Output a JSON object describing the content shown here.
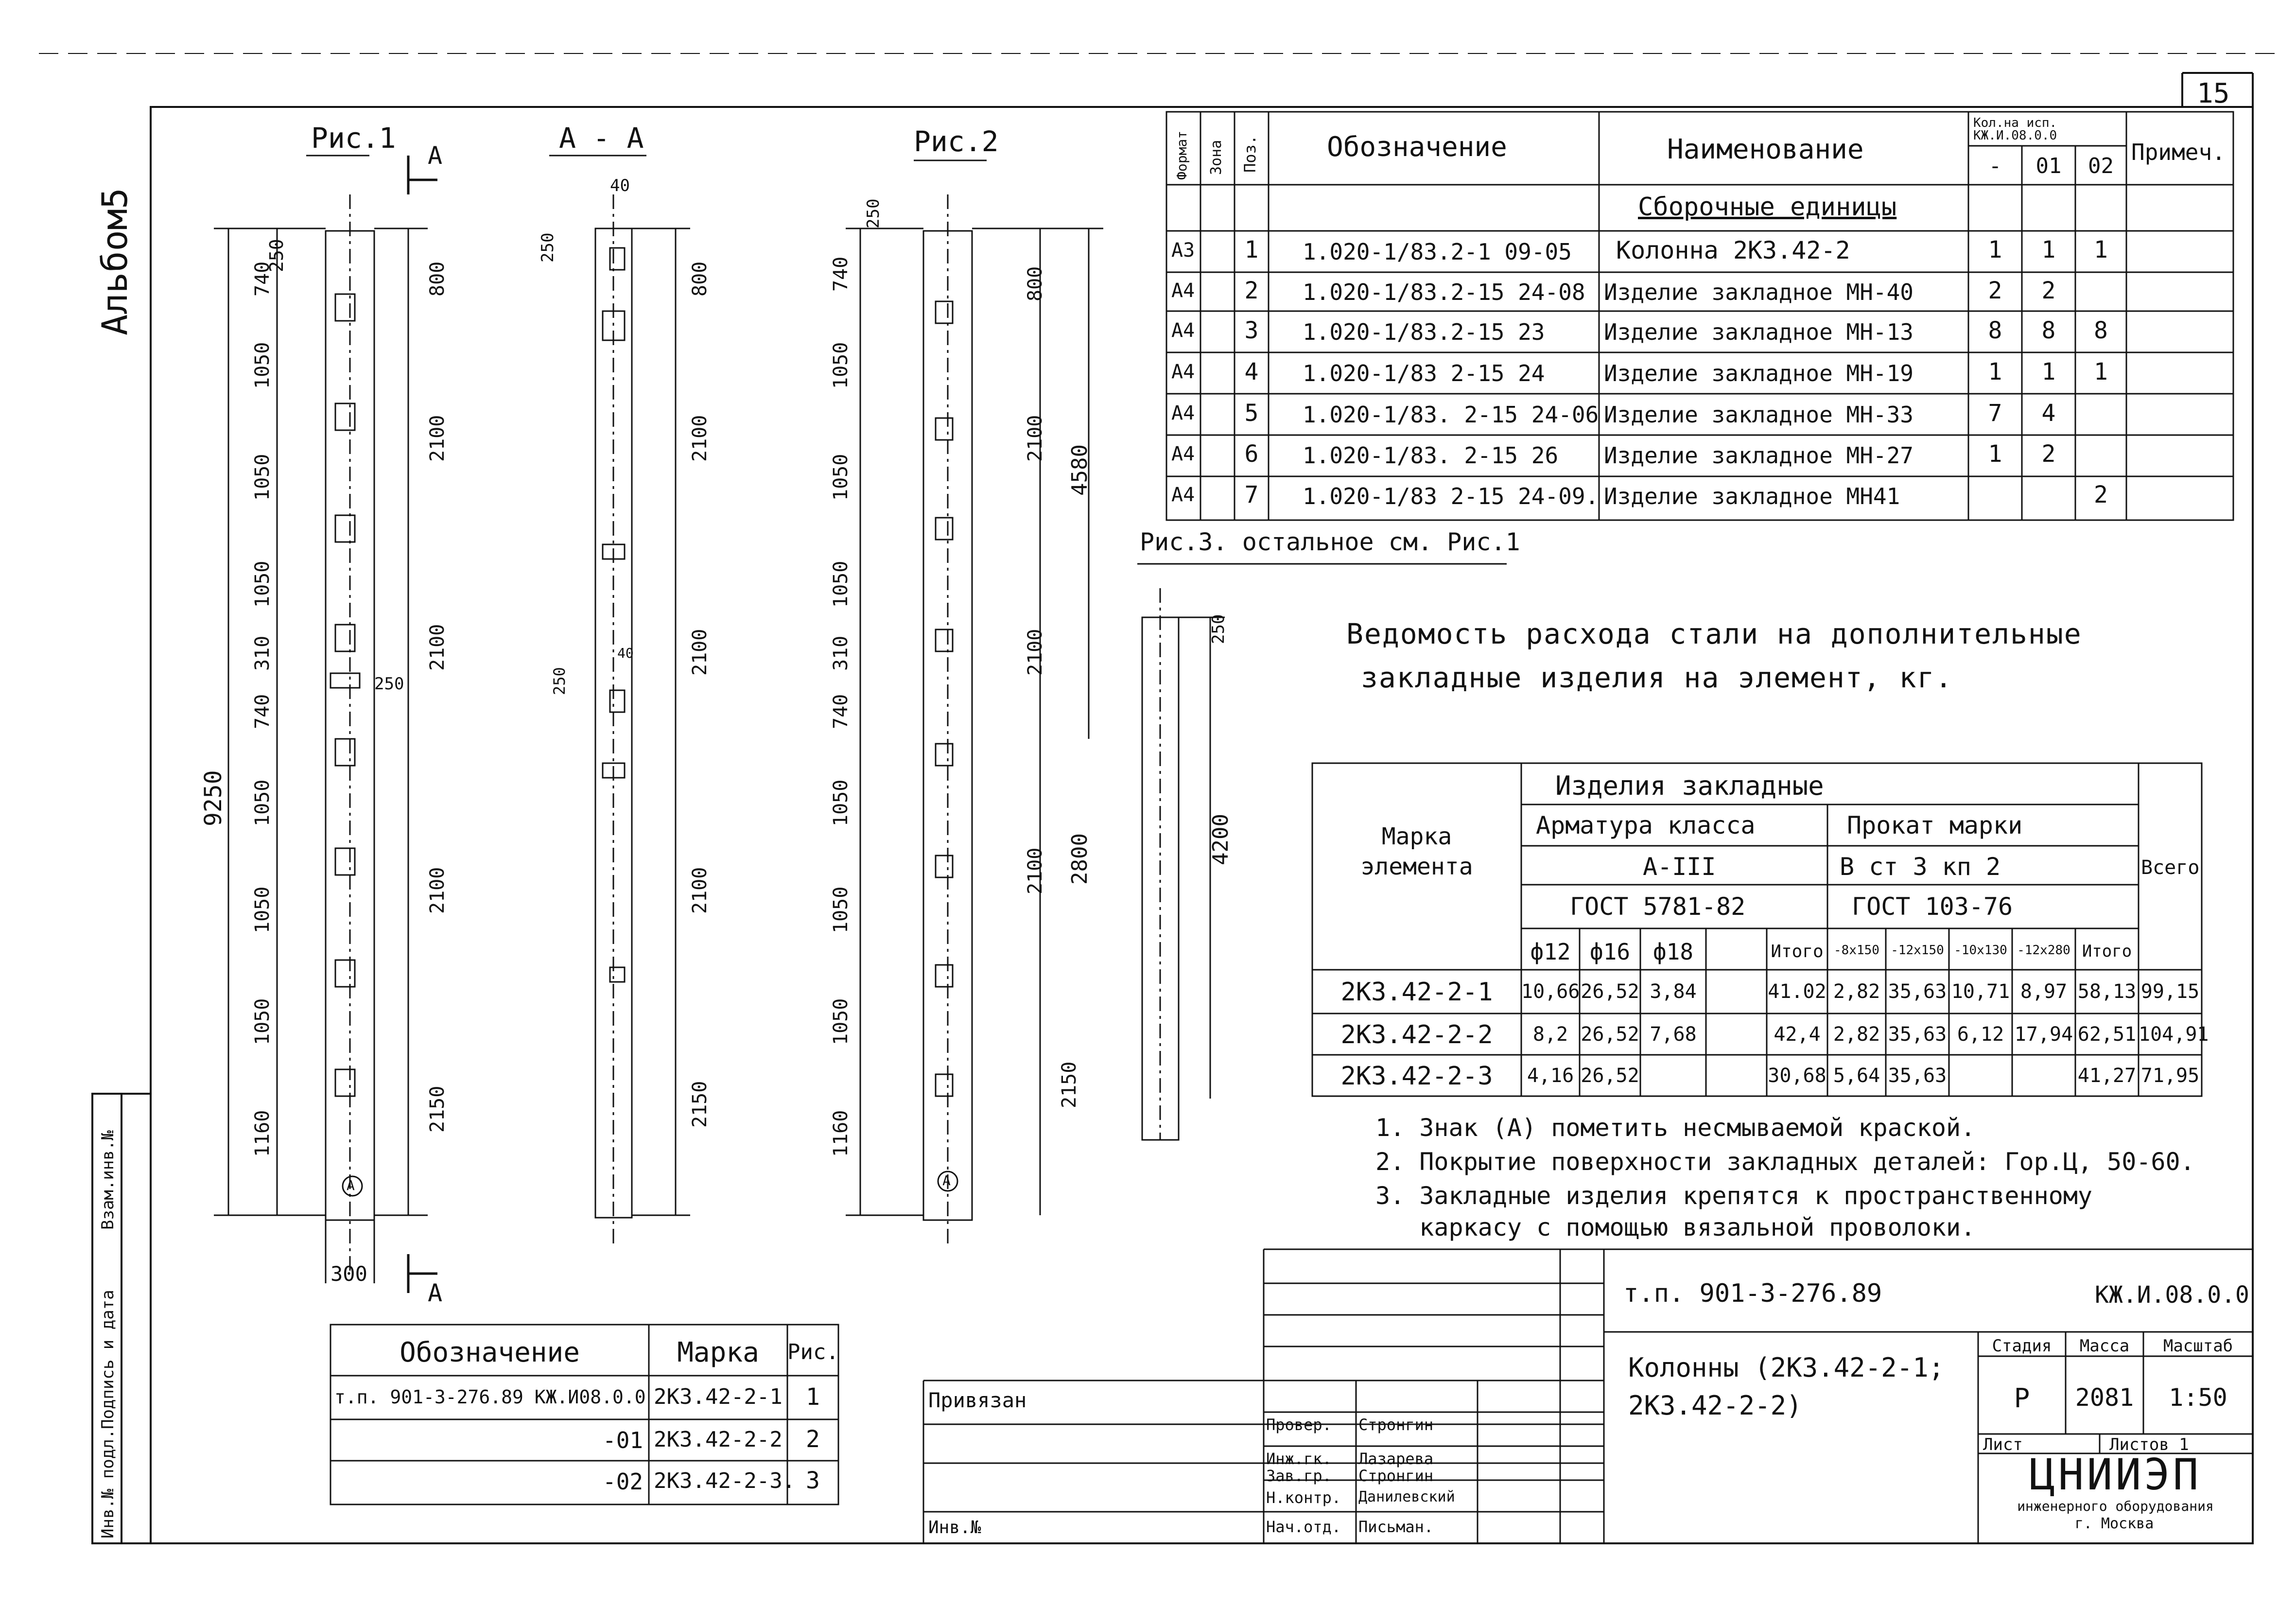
{
  "sheet": {
    "number": "15",
    "album": "Альбом5",
    "margin_labels": [
      "Инв.№ подл.",
      "Подпись и дата",
      "Взам.инв.№"
    ]
  },
  "figures": {
    "fig1_title": "Рис.1",
    "fig_aa_title": "А - А",
    "fig2_title": "Рис.2",
    "fig3_title": "Рис.3. остальное см. Рис.1",
    "section_letter": "А",
    "fig1_dims": [
      "740",
      "1050",
      "1050",
      "1050",
      "310",
      "740",
      "1050",
      "1050",
      "1050",
      "1160"
    ],
    "fig1_overall": "9250",
    "fig1_right_dims": [
      "250",
      "800",
      "2100",
      "2100",
      "250",
      "2100",
      "2150"
    ],
    "fig1_width": "300",
    "aa_dims": [
      "40",
      "250",
      "800",
      "2100",
      "2100",
      "250",
      "40",
      "2100",
      "2150"
    ],
    "fig2_left_dims": [
      "250",
      "740",
      "1050",
      "1050",
      "1050",
      "310",
      "740",
      "1050",
      "1050",
      "1050",
      "1160"
    ],
    "fig2_right_dims": [
      "800",
      "2100",
      "2100",
      "2100",
      "2150"
    ],
    "fig2_overall_right": [
      "4580",
      "2800"
    ],
    "fig3_dims": [
      "250",
      "4200"
    ],
    "marker": "A"
  },
  "spec_table": {
    "headers": {
      "format": "Формат",
      "zone": "Зона",
      "pos": "Поз.",
      "designation": "Обозначение",
      "name": "Наименование",
      "qty": "Кол.на исп. КЖ.И.08.0.0",
      "qty_cols": [
        "-",
        "01",
        "02"
      ],
      "note": "Примеч."
    },
    "section": "Сборочные единицы",
    "rows": [
      {
        "format": "А3",
        "pos": "1",
        "designation": "1.020-1/83.2-1   09-05",
        "name": "Колонна 2К3.42-2",
        "q0": "1",
        "q1": "1",
        "q2": "1"
      },
      {
        "format": "А4",
        "pos": "2",
        "designation": "1.020-1/83.2-15  24-08",
        "name": "Изделие закладное МН-40",
        "q0": "2",
        "q1": "2",
        "q2": ""
      },
      {
        "format": "А4",
        "pos": "3",
        "designation": "1.020-1/83.2-15  23",
        "name": "Изделие закладное МН-13",
        "q0": "8",
        "q1": "8",
        "q2": "8"
      },
      {
        "format": "А4",
        "pos": "4",
        "designation": "1.020-1/83 2-15  24",
        "name": "Изделие закладное МН-19",
        "q0": "1",
        "q1": "1",
        "q2": "1"
      },
      {
        "format": "А4",
        "pos": "5",
        "designation": "1.020-1/83. 2-15  24-06",
        "name": "Изделие закладное МН-33",
        "q0": "7",
        "q1": "4",
        "q2": ""
      },
      {
        "format": "А4",
        "pos": "6",
        "designation": "1.020-1/83. 2-15  26",
        "name": "Изделие закладное МН-27",
        "q0": "1",
        "q1": "2",
        "q2": ""
      },
      {
        "format": "А4",
        "pos": "7",
        "designation": "1.020-1/83 2-15  24-09.",
        "name": "Изделие закладное МН41",
        "q0": "",
        "q1": "",
        "q2": "2"
      }
    ]
  },
  "steel": {
    "title_line1": "Ведомость расхода стали на дополнительные",
    "title_line2": "закладные изделия на элемент, кг.",
    "h_mark": "Марка элемента",
    "h_items": "Изделия закладные",
    "h_rebar": "Арматура класса",
    "h_rebar_class": "А-III",
    "h_rebar_gost": "ГОСТ 5781-82",
    "h_rolled": "Прокат марки",
    "h_rolled_grade": "В ст 3 кп 2",
    "h_rolled_gost": "ГОСТ 103-76",
    "h_total": "Всего",
    "sub": [
      "ф12",
      "ф16",
      "ф18",
      "",
      "Итого",
      "-8х150",
      "-12х150",
      "-10х130",
      "-12х280",
      "Итого"
    ],
    "rows": [
      [
        "2К3.42-2-1",
        "10,66",
        "26,52",
        "3,84",
        "",
        "41.02",
        "2,82",
        "35,63",
        "10,71",
        "8,97",
        "58,13",
        "99,15"
      ],
      [
        "2К3.42-2-2",
        "8,2",
        "26,52",
        "7,68",
        "",
        "42,4",
        "2,82",
        "35,63",
        "6,12",
        "17,94",
        "62,51",
        "104,91"
      ],
      [
        "2К3.42-2-3",
        "4,16",
        "26,52",
        "",
        "",
        "30,68",
        "5,64",
        "35,63",
        "",
        "",
        "41,27",
        "71,95"
      ]
    ]
  },
  "notes": [
    "1. Знак (А) пометить несмываемой краской.",
    "2. Покрытие поверхности закладных деталей: Гор.Ц, 50-60.",
    "3. Закладные изделия крепятся к пространственному",
    "   каркасу с помощью вязальной проволоки."
  ],
  "marks_table": {
    "headers": [
      "Обозначение",
      "Марка",
      "Рис."
    ],
    "rows": [
      [
        "т.п. 901-3-276.89  КЖ.И08.0.0",
        "2К3.42-2-1",
        "1"
      ],
      [
        "-01",
        "2К3.42-2-2",
        "2"
      ],
      [
        "-02",
        "2К3.42-2-3.",
        "3"
      ]
    ]
  },
  "title_block": {
    "project": "т.п. 901-3-276.89",
    "code": "КЖ.И.08.0.0",
    "object_name": "Колонны (2К3.42-2-1; 2К3.42-2-2)",
    "stage_h": "Стадия",
    "mass_h": "Масса",
    "scale_h": "Масштаб",
    "stage": "Р",
    "mass": "2081",
    "scale": "1:50",
    "sheet_h": "Лист",
    "sheets_h": "Листов 1",
    "org": "ЦНИИЭП",
    "org_sub": "инженерного оборудования",
    "city": "г. Москва",
    "tied": "Привязан",
    "inv": "Инв.№",
    "roles": [
      "Провер.",
      "Инж.гк.",
      "Зав.гр.",
      "Н.контр.",
      "Нач.отд."
    ],
    "names": [
      "Стронгин",
      "Лазарева",
      "Стронгин",
      "Данилевский",
      "Письман."
    ]
  }
}
